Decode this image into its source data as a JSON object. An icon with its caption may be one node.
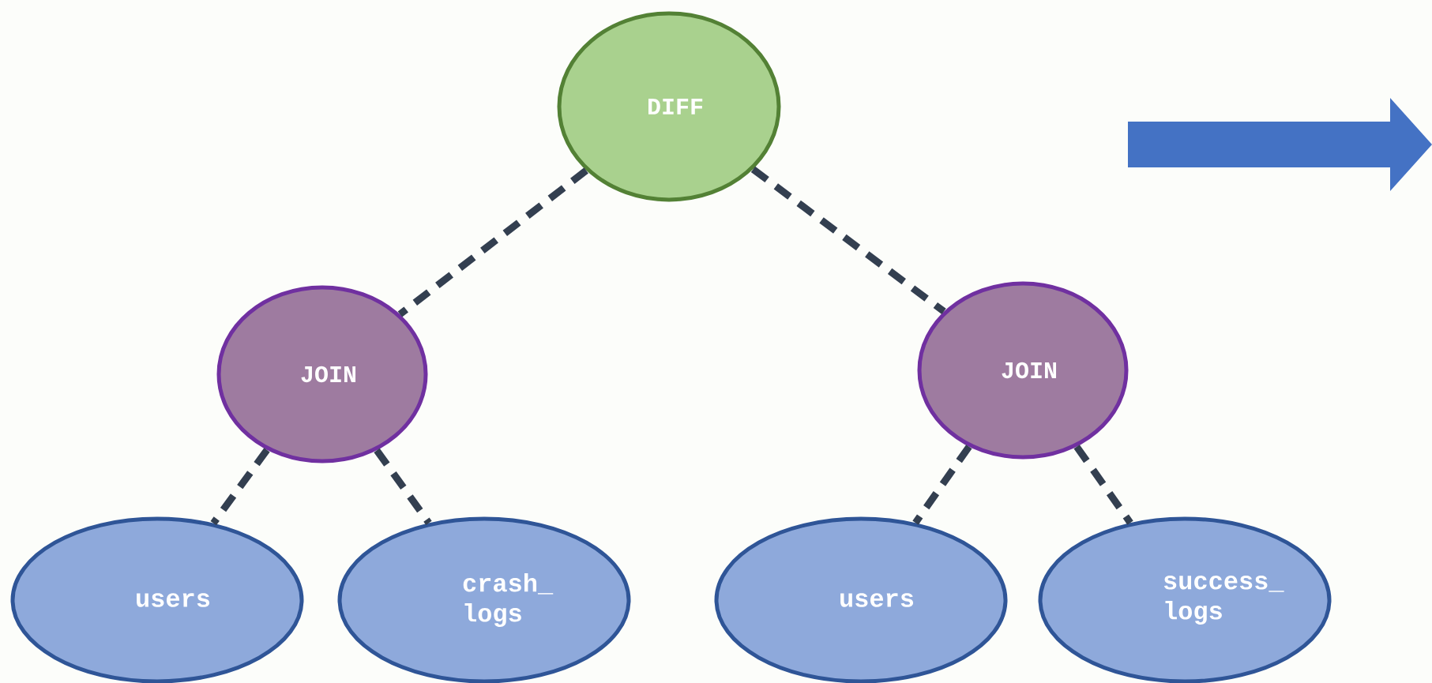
{
  "diagram": {
    "nodes": [
      {
        "text": [
          "DIFF"
        ]
      },
      {
        "text": [
          "JOIN"
        ]
      },
      {
        "text": [
          "JOIN"
        ]
      },
      {
        "text": [
          "users"
        ]
      },
      {
        "text": [
          "crash_ logs"
        ]
      },
      {
        "text": [
          "users"
        ]
      },
      {
        "text": [
          "success_ logs"
        ]
      }
    ],
    "edges": [
      {
        "from": 0,
        "to": 1,
        "arrow": "none",
        "style": "dashed"
      },
      {
        "from": 0,
        "to": 2,
        "arrow": "none",
        "style": "dashed"
      },
      {
        "from": 1,
        "to": 3,
        "arrow": "none",
        "style": "dashed"
      },
      {
        "from": 1,
        "to": 4,
        "arrow": "none",
        "style": "dashed"
      },
      {
        "from": 2,
        "to": 5,
        "arrow": "none",
        "style": "dashed"
      },
      {
        "from": 2,
        "to": 6,
        "arrow": "none",
        "style": "dashed"
      }
    ]
  }
}
